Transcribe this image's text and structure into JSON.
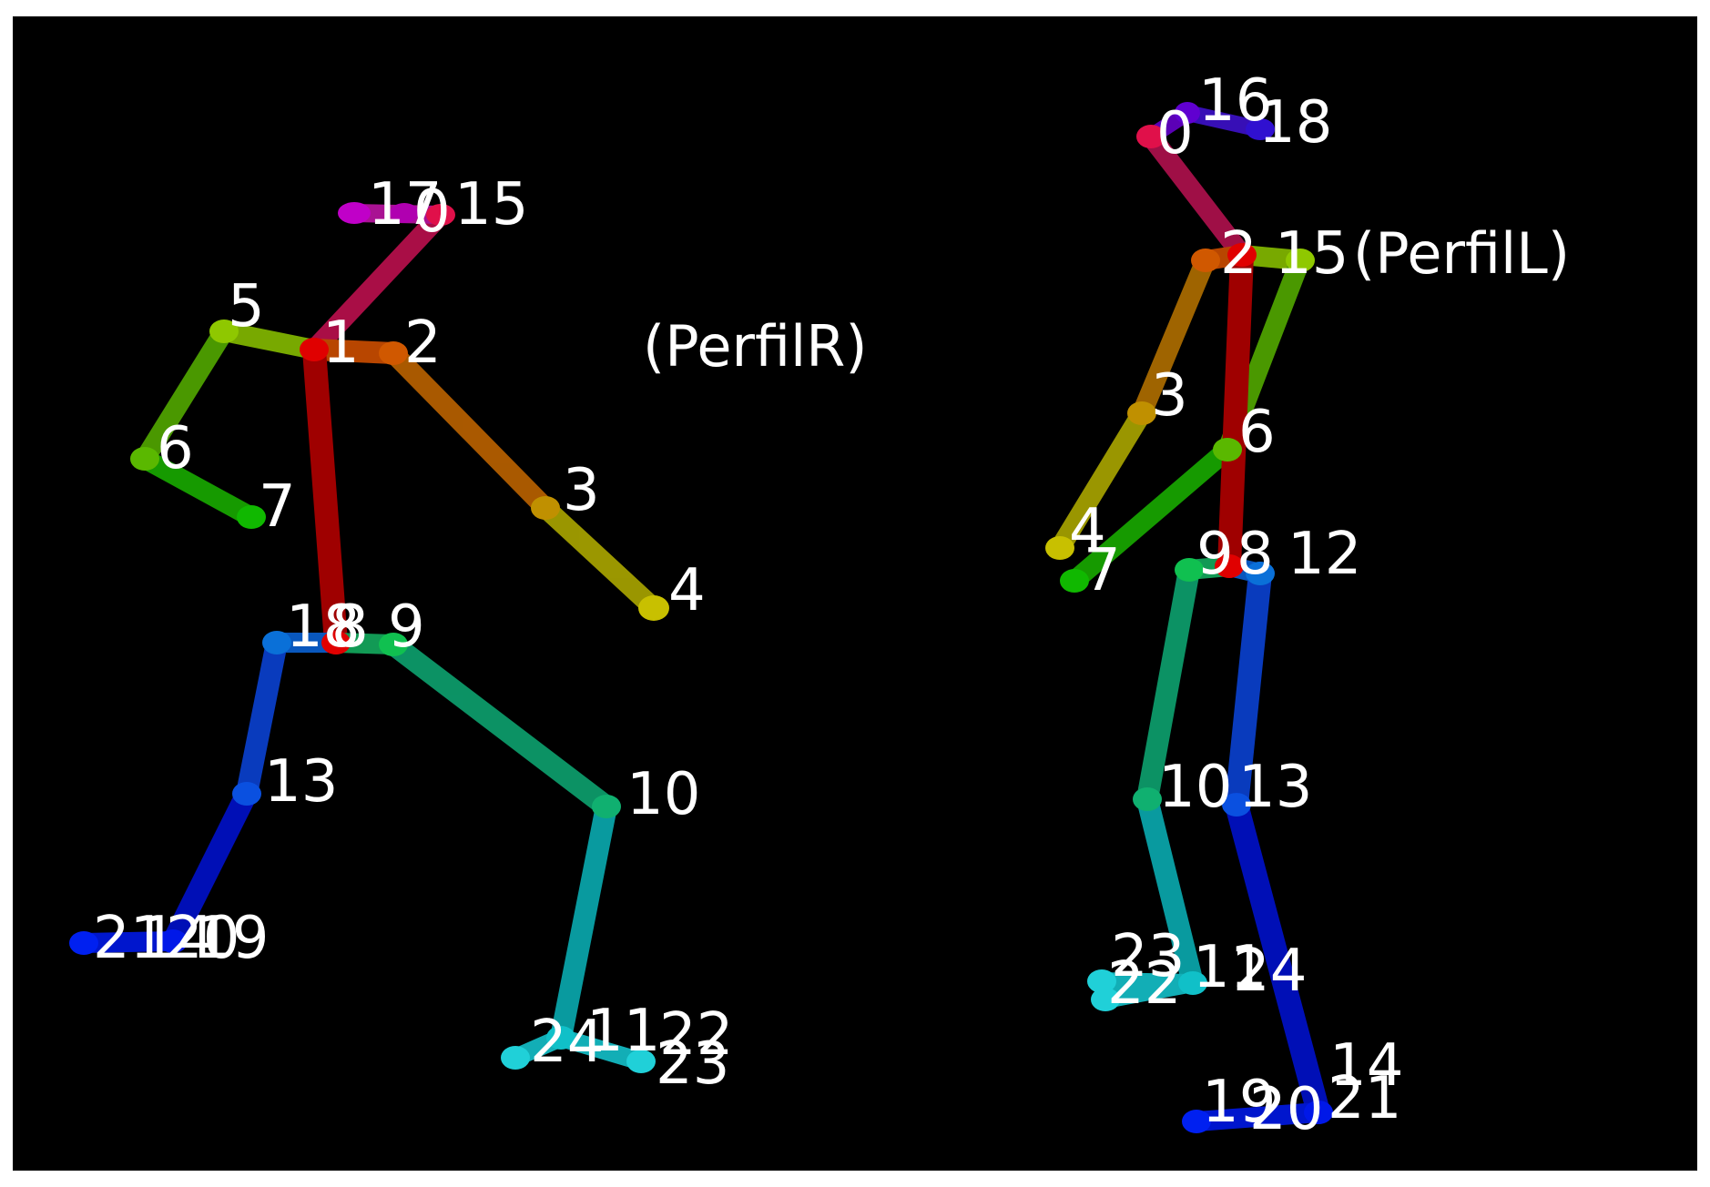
{
  "view_labels": {
    "right": "(PerfilR)",
    "left_profile": "(PerfilL)"
  },
  "skeleton_right": {
    "labels": {
      "a": "17",
      "b": "0",
      "c": "15",
      "d": "5",
      "e": "1",
      "f": "2",
      "g": "6",
      "h": "7",
      "i": "3",
      "j": "4",
      "k": "18",
      "l": "8",
      "m": "9",
      "n": "13",
      "o": "10",
      "p": "21",
      "q": "14",
      "r": "20",
      "s": "19",
      "t": "24",
      "u": "11",
      "v": "22",
      "w": "23"
    }
  },
  "skeleton_left": {
    "labels": {
      "a": "0",
      "b": "16",
      "c": "18",
      "d": "2",
      "e": "15",
      "f": "3",
      "g": "6",
      "h": "4",
      "i": "7",
      "j": "9",
      "k": "8",
      "l": "12",
      "m": "10",
      "n": "13",
      "o": "23",
      "p": "22",
      "q": "11",
      "r": "24",
      "s": "14",
      "t": "19",
      "u": "20",
      "v": "21"
    }
  },
  "colors": {
    "background": "#000000",
    "label_text": "#ffffff"
  }
}
